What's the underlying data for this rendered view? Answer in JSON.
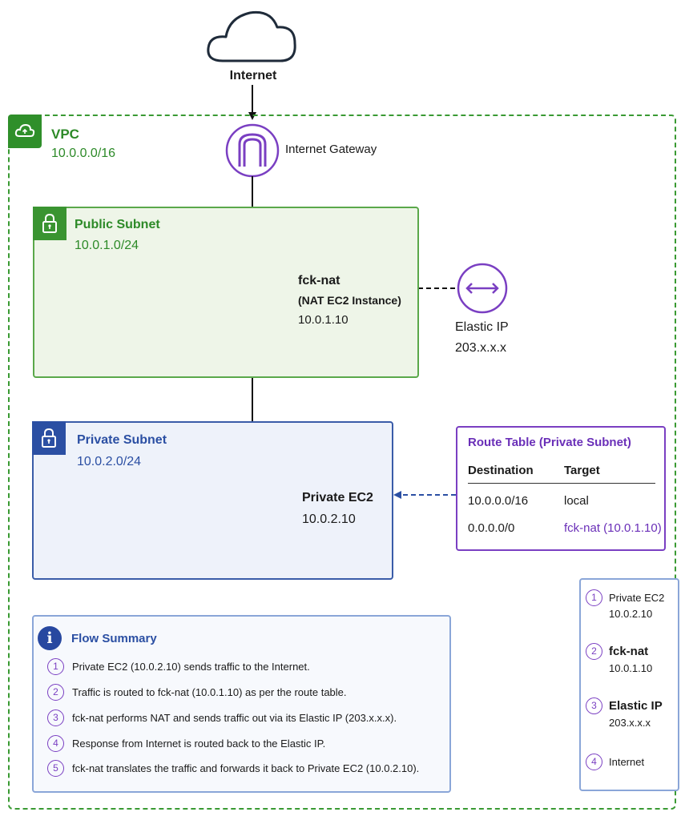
{
  "internet": {
    "label": "Internet"
  },
  "internet_gateway": {
    "label": "Internet Gateway"
  },
  "vpc": {
    "title": "VPC",
    "cidr": "10.0.0.0/16"
  },
  "public_subnet": {
    "title": "Public Subnet",
    "cidr": "10.0.1.0/24"
  },
  "nat_instance": {
    "name": "fck-nat",
    "subtitle": "(NAT EC2 Instance)",
    "ip": "10.0.1.10"
  },
  "elastic_ip": {
    "label": "Elastic IP",
    "ip": "203.x.x.x"
  },
  "private_subnet": {
    "title": "Private Subnet",
    "cidr": "10.0.2.0/24"
  },
  "private_ec2": {
    "name": "Private EC2",
    "ip": "10.0.2.10"
  },
  "route_table": {
    "title": "Route Table (Private Subnet)",
    "headers": [
      "Destination",
      "Target"
    ],
    "rows": [
      {
        "destination": "10.0.0.0/16",
        "target": "local"
      },
      {
        "destination": "0.0.0.0/0",
        "target": "fck-nat (10.0.1.10)"
      }
    ]
  },
  "flow_summary": {
    "title": "Flow Summary",
    "steps": [
      {
        "num": "1",
        "text": "Private EC2 (10.0.2.10) sends traffic to the Internet."
      },
      {
        "num": "2",
        "text": "Traffic is routed to fck-nat (10.0.1.10) as per the route table."
      },
      {
        "num": "3",
        "text": "fck-nat performs NAT and sends traffic out via its Elastic IP (203.x.x.x)."
      },
      {
        "num": "4",
        "text": "Response from Internet is routed back to the Elastic IP."
      },
      {
        "num": "5",
        "text": "fck-nat translates the traffic and forwards it back to Private EC2 (10.0.2.10)."
      }
    ]
  },
  "sequence": [
    {
      "num": "1",
      "name": "Private EC2",
      "sub": "10.0.2.10"
    },
    {
      "num": "2",
      "name": "fck-nat",
      "sub": "10.0.1.10"
    },
    {
      "num": "3",
      "name": "Elastic IP",
      "sub": "203.x.x.x"
    },
    {
      "num": "4",
      "name": "Internet",
      "sub": ""
    }
  ],
  "colors": {
    "vpc_green": "#2d8a28",
    "private_blue": "#2b4fa3",
    "accent_purple": "#7a3fc2",
    "ec2_orange": "#e8761b"
  }
}
